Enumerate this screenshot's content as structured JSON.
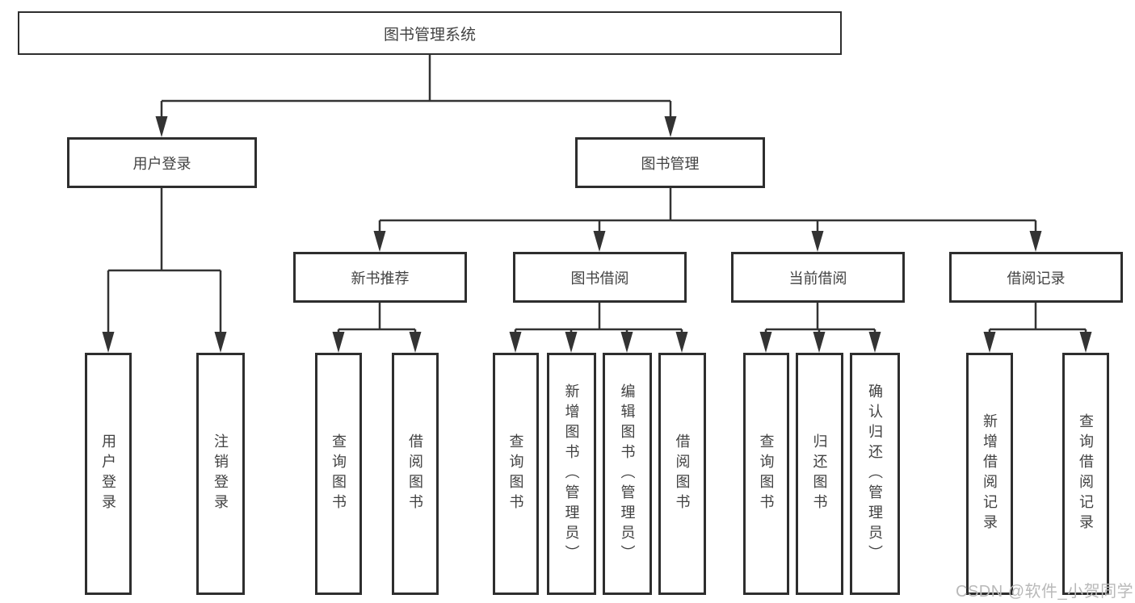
{
  "tree": {
    "root": {
      "label": "图书管理系统",
      "children": [
        {
          "label": "用户登录",
          "children": [
            {
              "label": "用户登录"
            },
            {
              "label": "注销登录"
            }
          ]
        },
        {
          "label": "图书管理",
          "children": [
            {
              "label": "新书推荐",
              "children": [
                {
                  "label": "查询图书"
                },
                {
                  "label": "借阅图书"
                }
              ]
            },
            {
              "label": "图书借阅",
              "children": [
                {
                  "label": "查询图书"
                },
                {
                  "label": "新增图书（管理员）"
                },
                {
                  "label": "编辑图书（管理员）"
                },
                {
                  "label": "借阅图书"
                }
              ]
            },
            {
              "label": "当前借阅",
              "children": [
                {
                  "label": "查询图书"
                },
                {
                  "label": "归还图书"
                },
                {
                  "label": "确认归还（管理员）"
                }
              ]
            },
            {
              "label": "借阅记录",
              "children": [
                {
                  "label": "新增借阅记录"
                },
                {
                  "label": "查询借阅记录"
                }
              ]
            }
          ]
        }
      ]
    }
  },
  "watermark": {
    "text": "CSDN @软件_小贺同学"
  },
  "colors": {
    "line": "#333333",
    "box_border": "#2e2e2e",
    "text": "#424242",
    "watermark": "#b9b9b9",
    "background": "#ffffff"
  }
}
